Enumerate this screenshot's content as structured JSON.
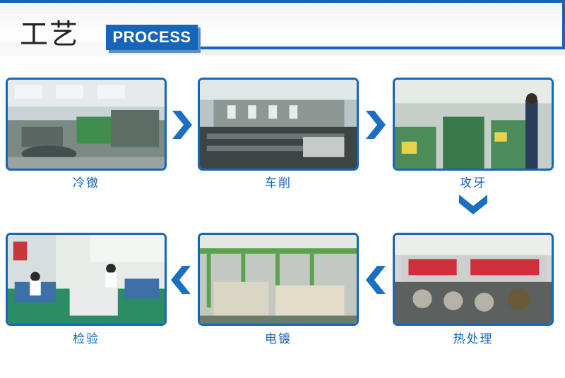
{
  "header": {
    "title": "工艺",
    "badge": "PROCESS"
  },
  "steps": [
    {
      "label": "冷镦"
    },
    {
      "label": "车削"
    },
    {
      "label": "攻牙"
    },
    {
      "label": "热处理"
    },
    {
      "label": "电镀"
    },
    {
      "label": "检验"
    }
  ],
  "colors": {
    "accent": "#1565b8",
    "arrow": "#1b6fc3"
  },
  "icons": {
    "arrow_right": "chevron-right-icon",
    "arrow_down": "chevron-down-icon",
    "arrow_left": "chevron-left-icon"
  }
}
